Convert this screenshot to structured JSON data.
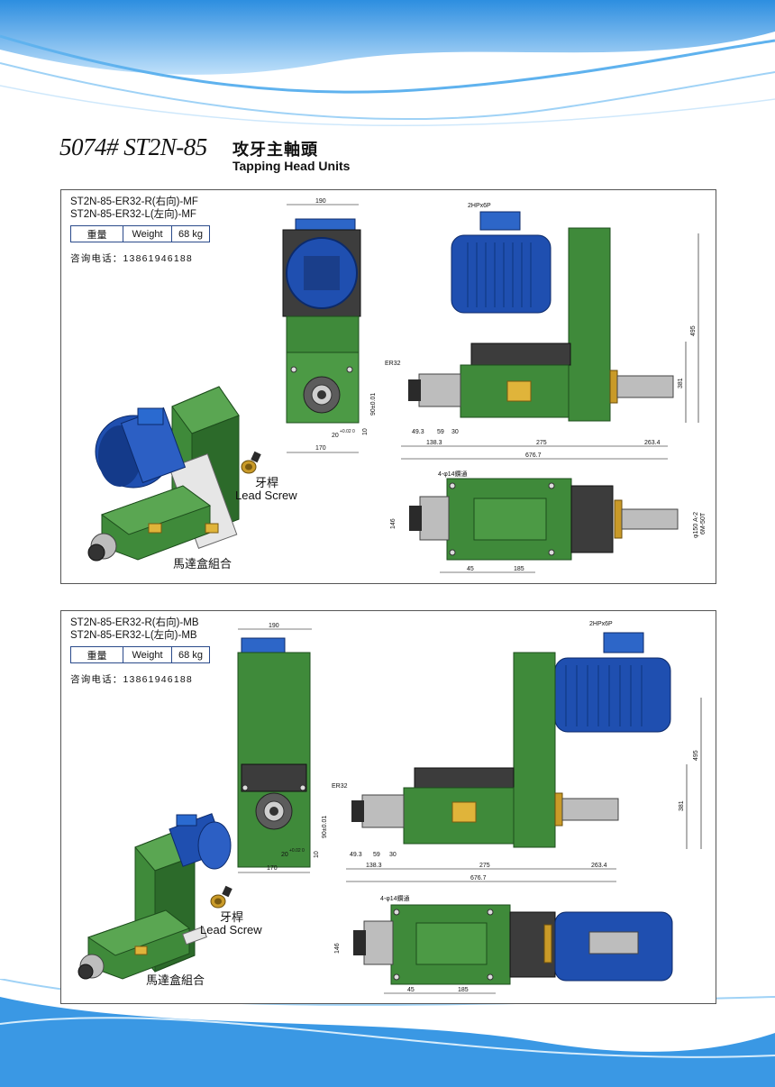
{
  "header": {
    "code": "5074# ST2N-85",
    "title_cn": "攻牙主軸頭",
    "title_en": "Tapping Head Units"
  },
  "panels": [
    {
      "model_r": "ST2N-85-ER32-R(右向)-MF",
      "model_l": "ST2N-85-ER32-L(左向)-MF",
      "weight_cn": "重量",
      "weight_en": "Weight",
      "weight_val": "68 kg",
      "phone": "咨询电话：13861946188",
      "lead_screw_cn": "牙桿",
      "lead_screw_en": "Lead Screw",
      "motor_box": "馬達盒組合",
      "dims": {
        "w190": "190",
        "w170": "170",
        "d20": "20",
        "d20tol": "+0.02 0",
        "d10": "10",
        "h90": "90±0.01",
        "er32": "ER32",
        "motor": "2HPx6P",
        "h495": "495",
        "h381": "381",
        "d49": "49.3",
        "d59": "59",
        "d30": "30",
        "d138": "138.3",
        "d275": "275",
        "d263": "263.4",
        "d676": "676.7",
        "holes": "4-φ14鑽通",
        "h146": "146",
        "d45": "45",
        "d185": "185",
        "flange": "φ150 A-2",
        "thread": "6M-50T"
      }
    },
    {
      "model_r": "ST2N-85-ER32-R(右向)-MB",
      "model_l": "ST2N-85-ER32-L(左向)-MB",
      "weight_cn": "重量",
      "weight_en": "Weight",
      "weight_val": "68 kg",
      "phone": "咨询电话：13861946188",
      "lead_screw_cn": "牙桿",
      "lead_screw_en": "Lead Screw",
      "motor_box": "馬達盒組合",
      "dims": {
        "w190": "190",
        "w170": "170",
        "d20": "20",
        "d20tol": "+0.02 0",
        "d10": "10",
        "h90": "90±0.01",
        "er32": "ER32",
        "motor": "2HPx6P",
        "h495": "495",
        "h381": "381",
        "d49": "49.3",
        "d59": "59",
        "d30": "30",
        "d138": "138.3",
        "d275": "275",
        "d263": "263.4",
        "d676": "676.7",
        "holes": "4-φ14鑽通",
        "h146": "146",
        "d45": "45",
        "d185": "185"
      }
    }
  ],
  "colors": {
    "green": "#3f8a3a",
    "green_dark": "#2c6a2a",
    "blue": "#1f4fb0",
    "blue_light": "#3a78d8",
    "wave": "#4aa0e6"
  }
}
